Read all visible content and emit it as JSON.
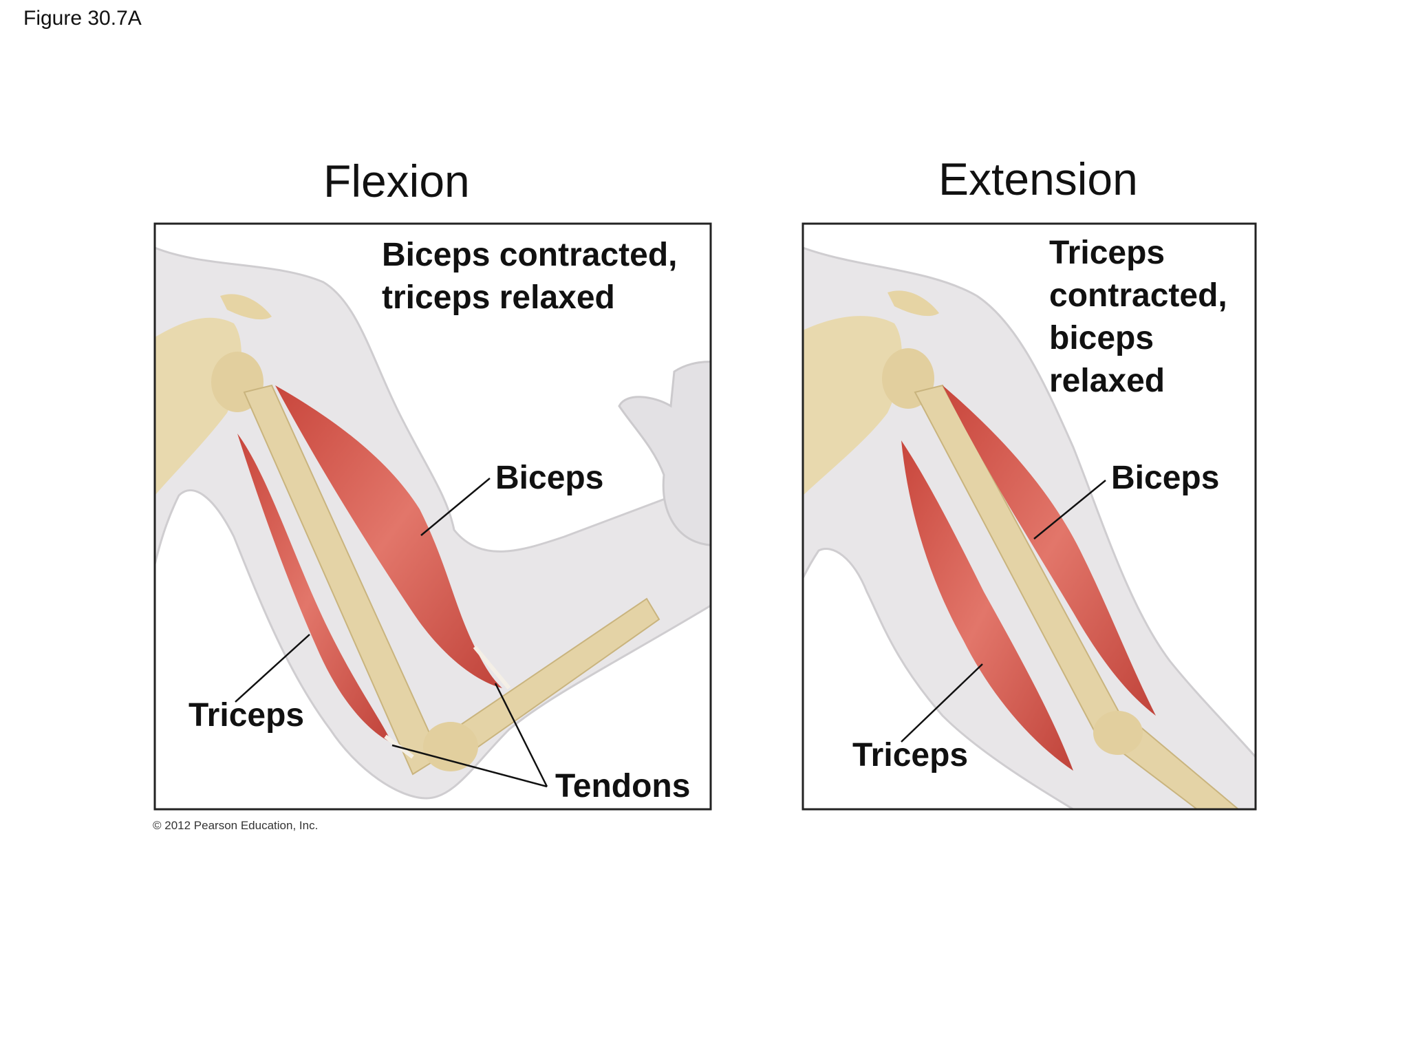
{
  "figure_label": "Figure 30.7A",
  "panels": {
    "flexion": {
      "title": "Flexion",
      "state_line1": "Biceps contracted,",
      "state_line2": "triceps relaxed",
      "biceps_label": "Biceps",
      "triceps_label": "Triceps",
      "tendons_label": "Tendons"
    },
    "extension": {
      "title": "Extension",
      "state_line1": "Triceps",
      "state_line2": "contracted,",
      "state_line3": "biceps",
      "state_line4": "relaxed",
      "biceps_label": "Biceps",
      "triceps_label": "Triceps"
    }
  },
  "copyright": "© 2012 Pearson Education, Inc.",
  "colors": {
    "muscle": "#d9574a",
    "muscle_highlight": "#f0a59a",
    "bone": "#e6d5a8",
    "skin": "#e6e4e6",
    "frame": "#222222"
  }
}
